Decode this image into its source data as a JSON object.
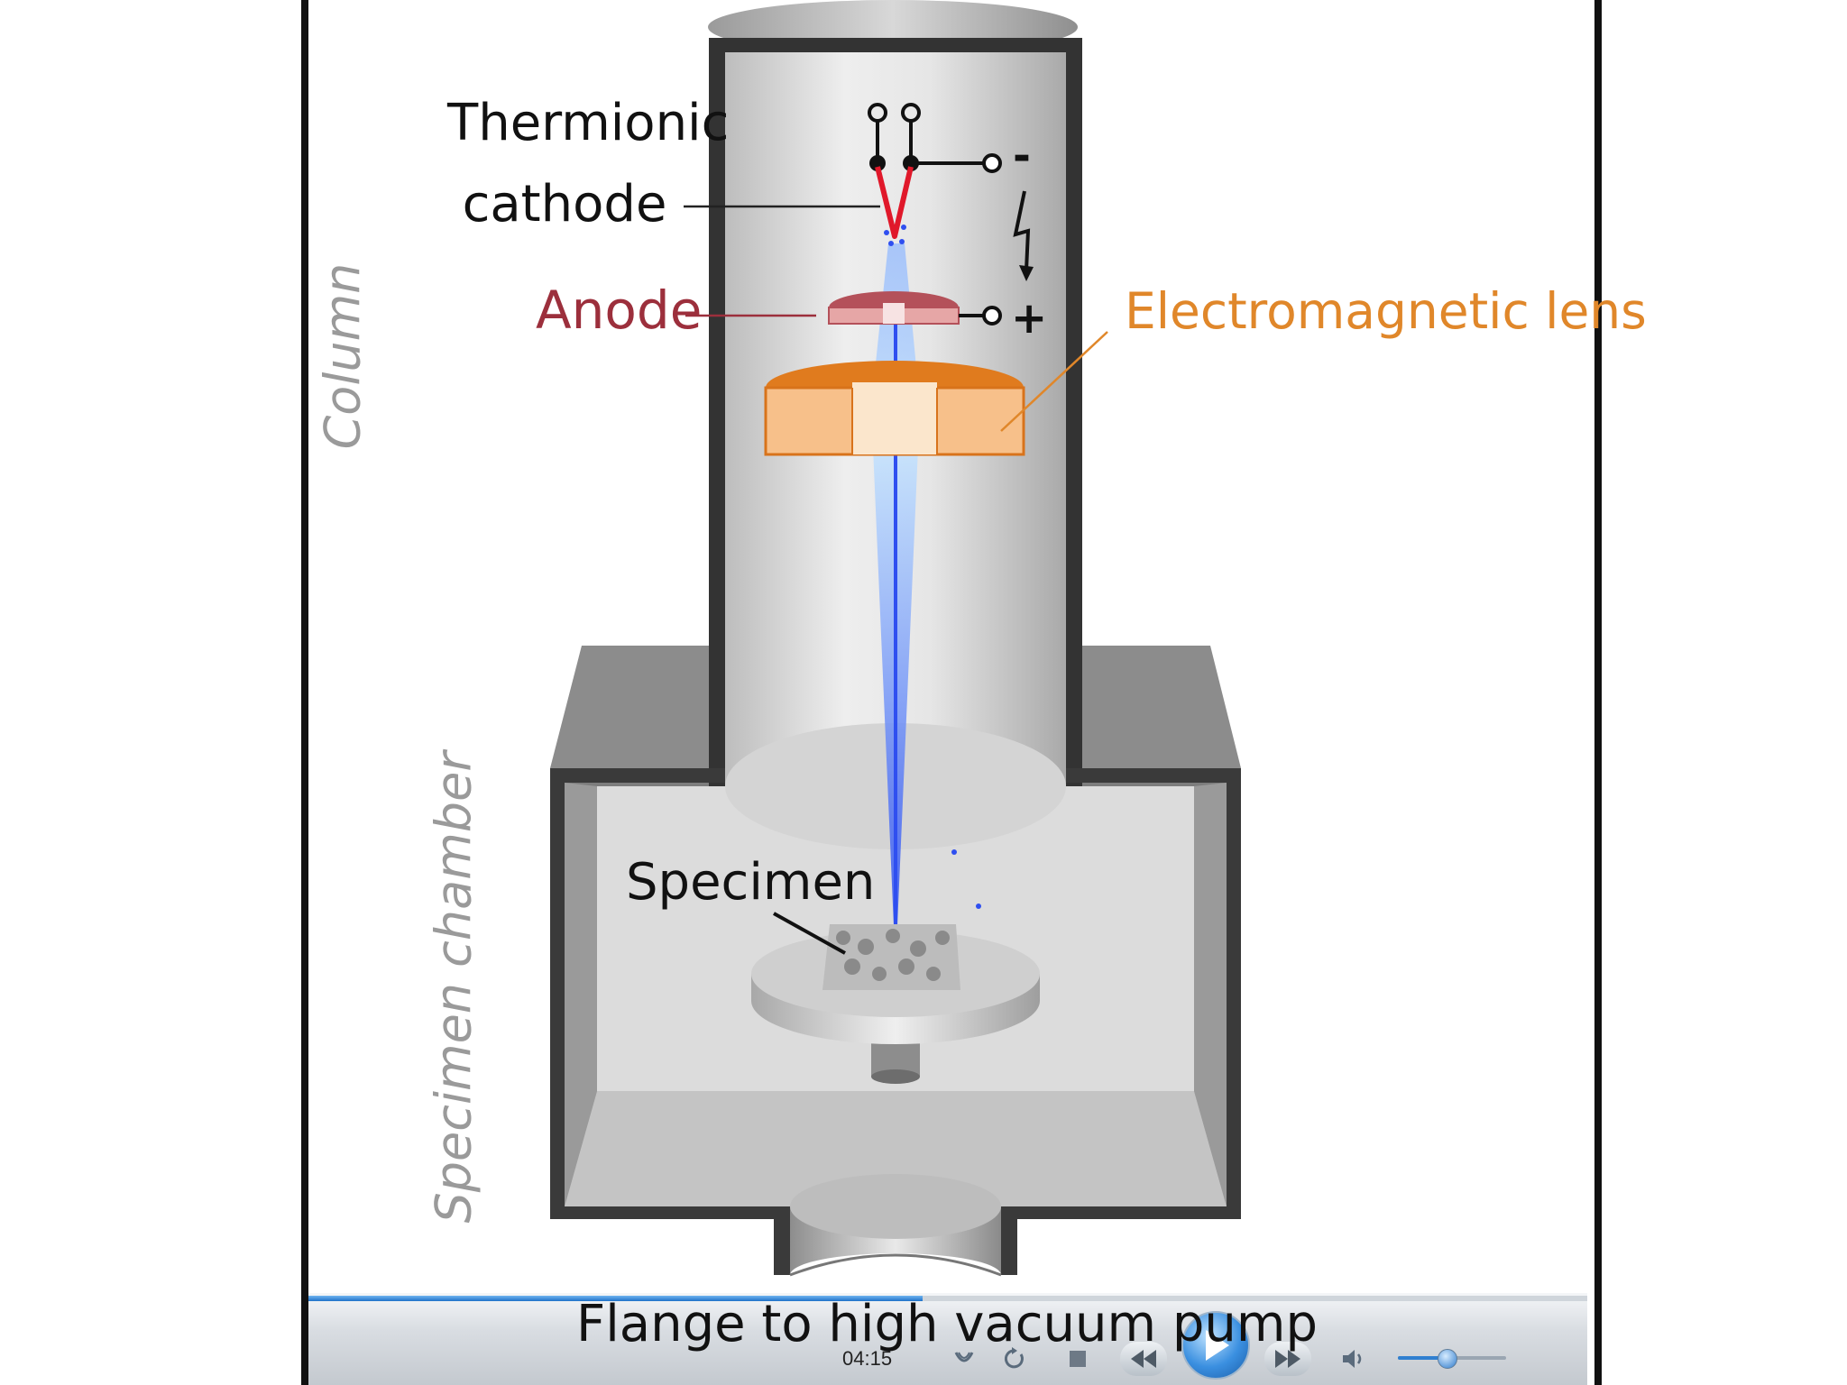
{
  "labels": {
    "thermionic_line1": "Thermionic",
    "thermionic_line2": "cathode",
    "anode": "Anode",
    "electromagnetic_lens": "Electromagnetic lens",
    "specimen": "Specimen",
    "column": "Column",
    "specimen_chamber": "Specimen chamber",
    "flange": "Flange to high vacuum pump",
    "minus": "-",
    "plus": "+"
  },
  "colors": {
    "anode_label": "#9c2f3c",
    "lens_label": "#e0872a",
    "side_label": "#9a9a9a",
    "beam": "#2f4ff0",
    "cathode_filament": "#e0182a"
  },
  "player": {
    "time": "04:15",
    "progress": 0.48,
    "volume": 0.45,
    "icons": [
      "repeat-icon",
      "refresh-icon",
      "stop-icon",
      "rewind-icon",
      "play-icon",
      "fast-forward-icon",
      "volume-icon"
    ]
  }
}
